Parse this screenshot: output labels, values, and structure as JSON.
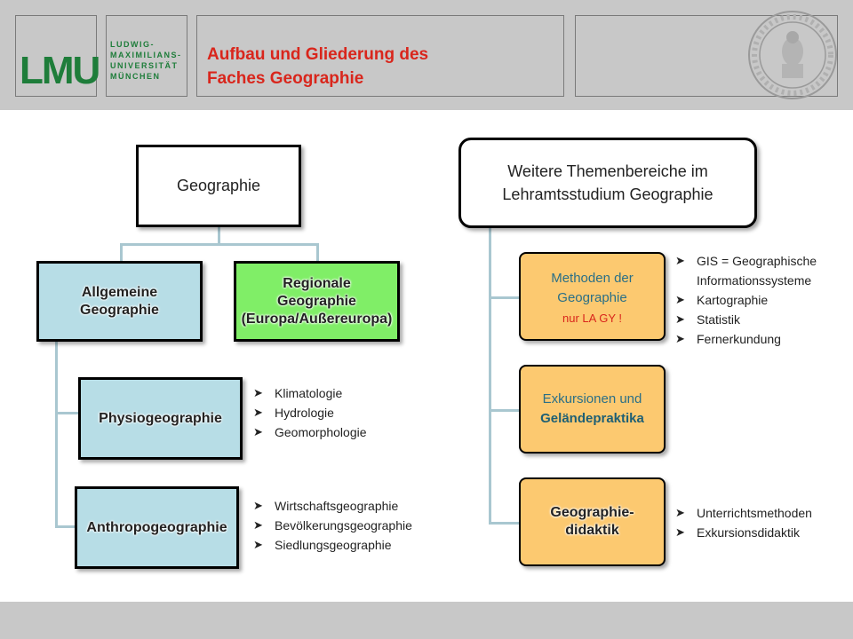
{
  "header": {
    "logo": {
      "letters": "LMU",
      "name_lines": [
        "LUDWIG-",
        "MAXIMILIANS-",
        "UNIVERSITÄT",
        "MÜNCHEN"
      ]
    },
    "title_lines": [
      "Aufbau und Gliederung des",
      "Faches Geographie"
    ],
    "seal_icon": "university-seal-icon"
  },
  "left_tree": {
    "root": "Geographie",
    "allgemeine": [
      "Allgemeine",
      "Geographie"
    ],
    "regionale": [
      "Regionale",
      "Geographie",
      "(Europa/Außereuropa)"
    ],
    "physio": "Physiogeographie",
    "physio_items": [
      "Klimatologie",
      "Hydrologie",
      "Geomorphologie"
    ],
    "anthropo": "Anthropogeographie",
    "anthropo_items": [
      "Wirtschaftsgeographie",
      "Bevölkerungsgeographie",
      "Siedlungsgeographie"
    ]
  },
  "right_tree": {
    "root_lines": [
      "Weitere Themenbereiche im",
      "Lehramtsstudium Geographie"
    ],
    "methoden": [
      "Methoden der",
      "Geographie"
    ],
    "methoden_note": "nur LA GY !",
    "methoden_items": [
      "GIS = Geographische",
      "Informationssysteme",
      "Kartographie",
      "Statistik",
      "Fernerkundung"
    ],
    "exkursionen": [
      "Exkursionen und",
      "Geländepraktika"
    ],
    "didaktik": [
      "Geographie-",
      "didaktik"
    ],
    "didaktik_items": [
      "Unterrichtsmethoden",
      "Exkursionsdidaktik"
    ]
  },
  "colors": {
    "title_red": "#d9261c",
    "lmu_green": "#1e7d3a",
    "teal_box": "#b7dde6",
    "green_box": "#80ee67",
    "orange_box": "#fcc970",
    "connector": "#a9c7d0"
  }
}
